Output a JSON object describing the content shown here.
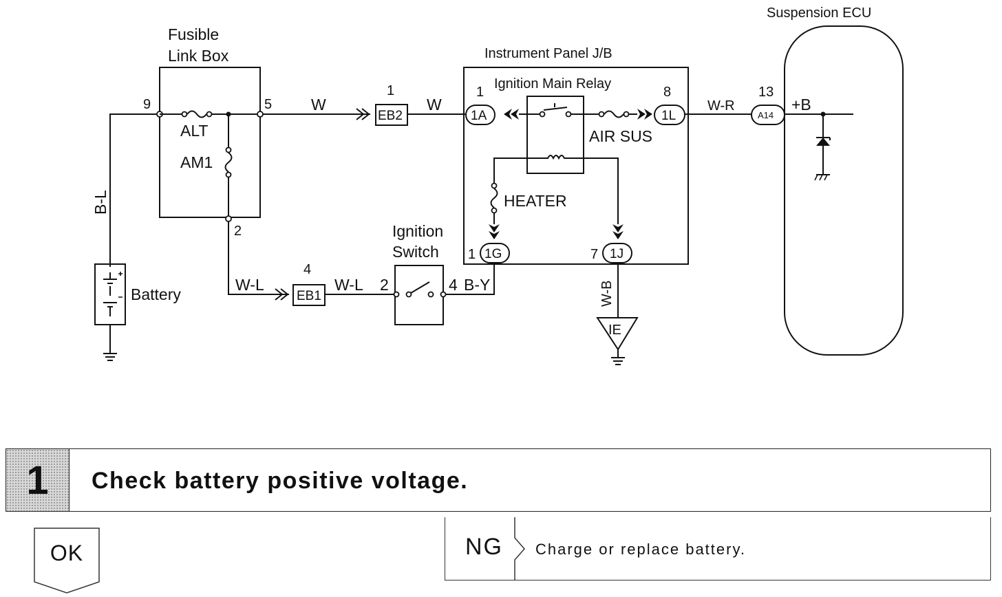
{
  "diagram": {
    "components": {
      "fusible_link_box": [
        "Fusible",
        "Link Box"
      ],
      "instrument_panel_jb": "Instrument Panel J/B",
      "ignition_main_relay": "Ignition Main Relay",
      "suspension_ecu": "Suspension ECU",
      "ignition_switch": [
        "Ignition",
        "Switch"
      ],
      "battery": "Battery"
    },
    "fuses": {
      "alt": "ALT",
      "am1": "AM1",
      "air_sus": "AIR SUS",
      "heater": "HEATER"
    },
    "wires": {
      "b_l": "B-L",
      "w_1": "W",
      "w_2": "W",
      "w_r": "W-R",
      "w_l_1": "W-L",
      "w_l_2": "W-L",
      "b_y": "B-Y",
      "w_b": "W-B",
      "plus_b": "+B"
    },
    "connectors": {
      "eb2": "EB2",
      "eb1": "EB1",
      "c1a": "1A",
      "c1l": "1L",
      "c1g": "1G",
      "c1j": "1J",
      "a14": "A14",
      "ie": "IE"
    },
    "pins": {
      "p9": "9",
      "p5": "5",
      "p2_flb": "2",
      "p1_eb2": "1",
      "p1_1a": "1",
      "p8": "8",
      "p13": "13",
      "p4_eb1": "4",
      "p2_sw": "2",
      "p4_sw": "4",
      "p1_1g": "1",
      "p7": "7"
    }
  },
  "step": {
    "number": "1",
    "title": "Check battery positive voltage."
  },
  "results": {
    "ok_label": "OK",
    "ng_label": "NG",
    "ng_action": "Charge or replace battery."
  }
}
